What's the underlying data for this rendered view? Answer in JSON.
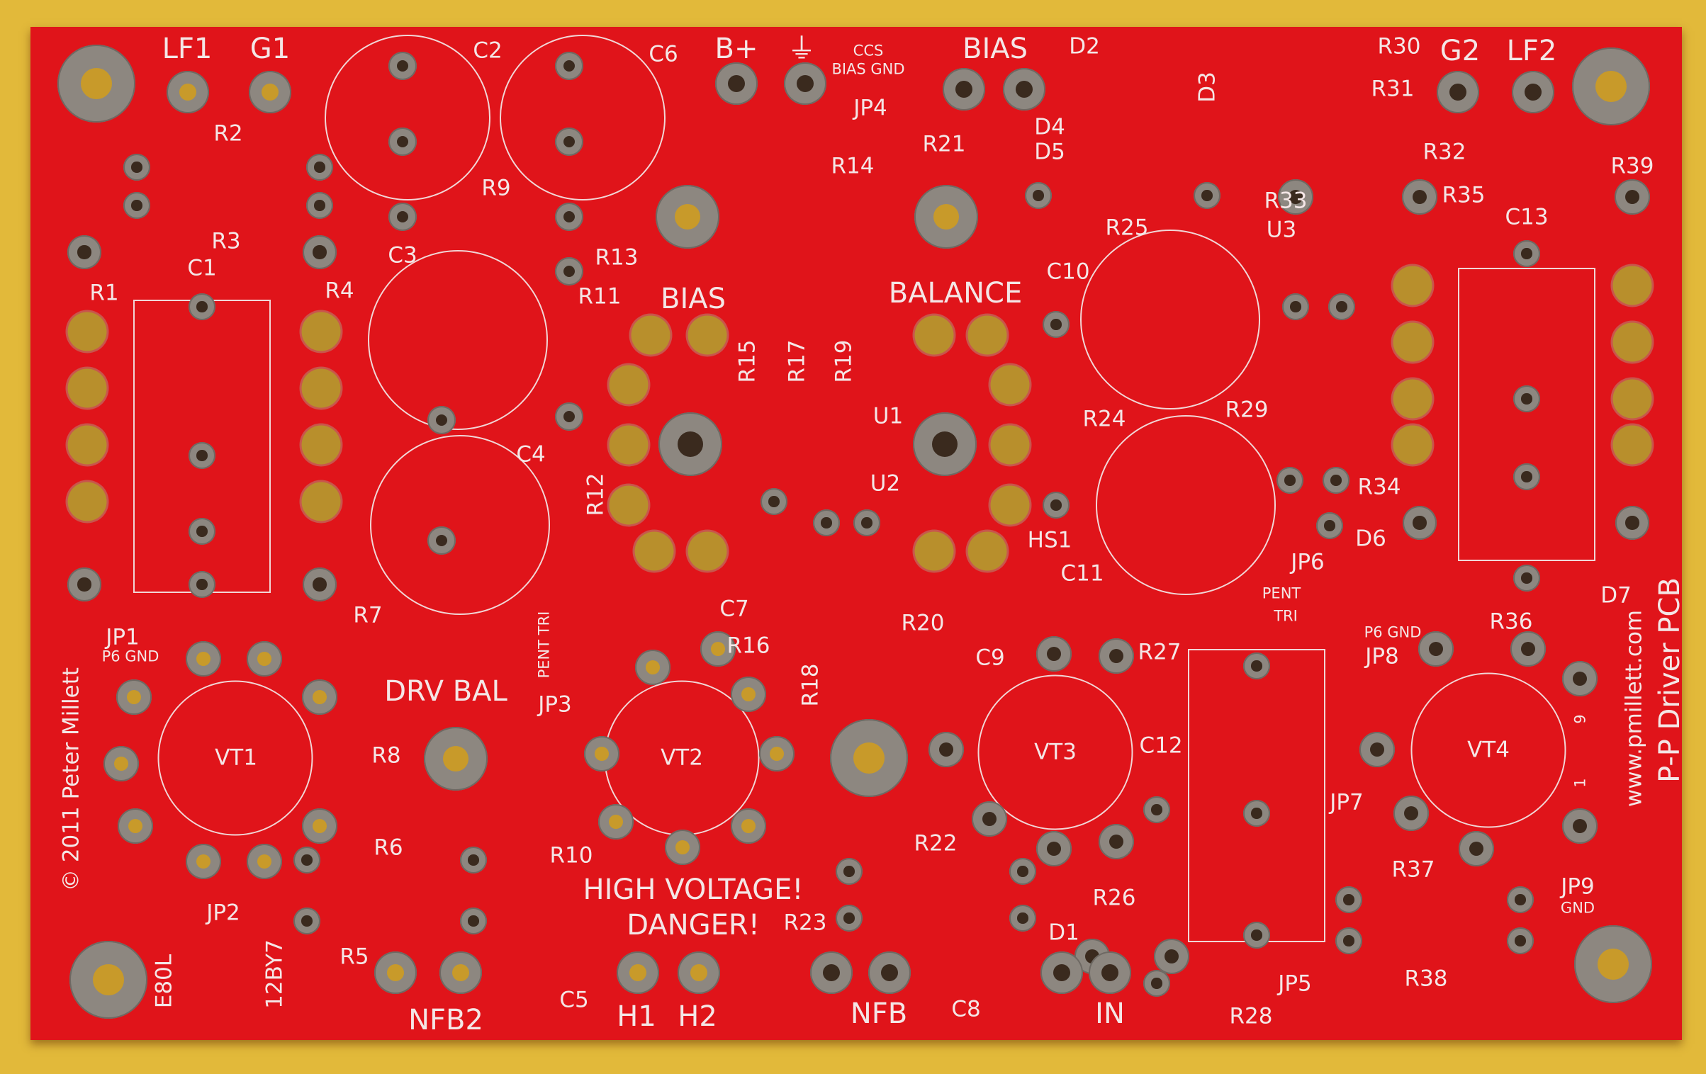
{
  "board": {
    "color": "#e0141a",
    "silk": "#f4e6e6",
    "background": "#e2b93a",
    "title": "P-P Driver PCB",
    "url": "www.pmillett.com",
    "copyright": "© 2011 Peter Millett",
    "warning": [
      "HIGH VOLTAGE!",
      "DANGER!"
    ]
  },
  "connectors": {
    "lf1": "LF1",
    "g1": "G1",
    "bplus": "B+",
    "bias_top": "BIAS",
    "g2": "G2",
    "lf2": "LF2",
    "nfb2": "NFB2",
    "h1": "H1",
    "h2": "H2",
    "nfb": "NFB",
    "in": "IN",
    "ccs": "CCS",
    "bias_gnd": "BIAS GND"
  },
  "trim_labels": {
    "bias": "BIAS",
    "balance": "BALANCE",
    "drv_bal": "DRV BAL"
  },
  "parts": {
    "C1": "C1",
    "C2": "C2",
    "C3": "C3",
    "C4": "C4",
    "C5": "C5",
    "C6": "C6",
    "C7": "C7",
    "C8": "C8",
    "C9": "C9",
    "C10": "C10",
    "C11": "C11",
    "C12": "C12",
    "C13": "C13",
    "R1": "R1",
    "R2": "R2",
    "R3": "R3",
    "R4": "R4",
    "R5": "R5",
    "R6": "R6",
    "R7": "R7",
    "R8": "R8",
    "R9": "R9",
    "R10": "R10",
    "R11": "R11",
    "R12": "R12",
    "R13": "R13",
    "R14": "R14",
    "R15": "R15",
    "R16": "R16",
    "R17": "R17",
    "R18": "R18",
    "R19": "R19",
    "R20": "R20",
    "R21": "R21",
    "R22": "R22",
    "R23": "R23",
    "R24": "R24",
    "R25": "R25",
    "R26": "R26",
    "R27": "R27",
    "R28": "R28",
    "R29": "R29",
    "R30": "R30",
    "R31": "R31",
    "R32": "R32",
    "R33": "R33",
    "R34": "R34",
    "R35": "R35",
    "R36": "R36",
    "R37": "R37",
    "R38": "R38",
    "R39": "R39",
    "D1": "D1",
    "D2": "D2",
    "D3": "D3",
    "D4": "D4",
    "D5": "D5",
    "D6": "D6",
    "D7": "D7",
    "U1": "U1",
    "U2": "U2",
    "U3": "U3",
    "HS1": "HS1",
    "VT1": "VT1",
    "VT2": "VT2",
    "VT3": "VT3",
    "VT4": "VT4",
    "JP1": "JP1",
    "JP2": "JP2",
    "JP3": "JP3",
    "JP4": "JP4",
    "JP5": "JP5",
    "JP6": "JP6",
    "JP7": "JP7",
    "JP8": "JP8",
    "JP9": "JP9"
  },
  "jumper_labels": {
    "p6_gnd": "P6 GND",
    "pent": "PENT",
    "tri": "TRI",
    "pent_tri": "PENT TRI",
    "gnd": "GND",
    "e80l": "E80L",
    "12by7": "12BY7"
  },
  "pin_marks": {
    "nine": "9",
    "one": "1"
  }
}
